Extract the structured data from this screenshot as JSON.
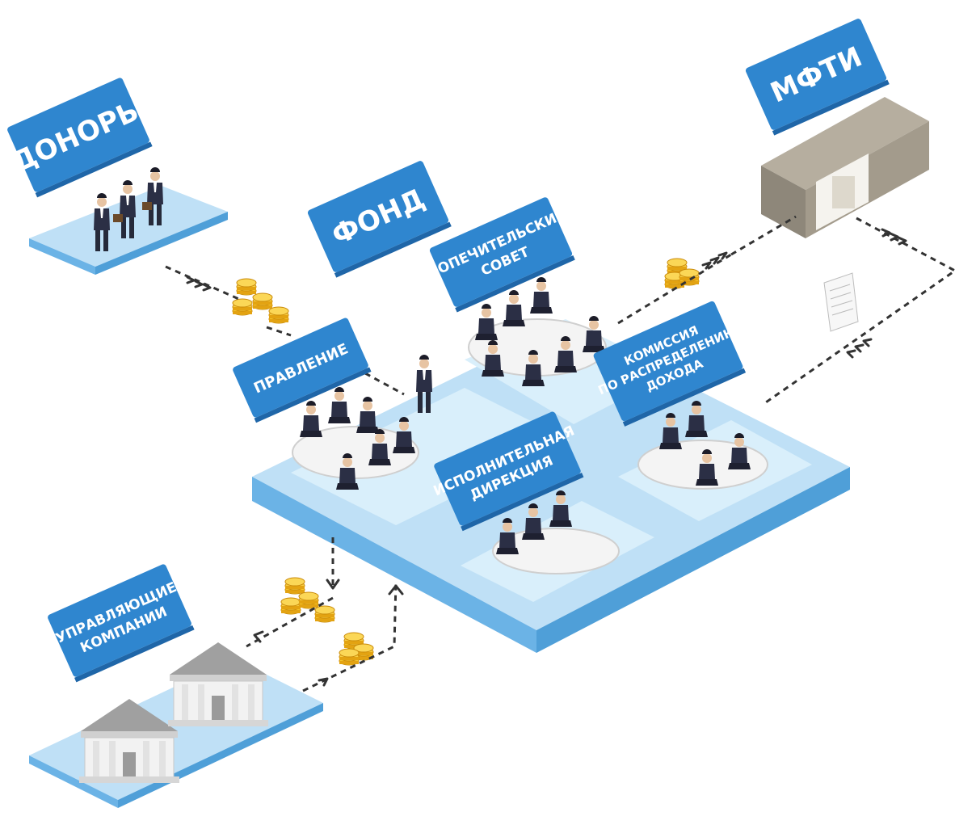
{
  "labels": {
    "donors": "ДОНОРЫ",
    "fund": "ФОНД",
    "mipt": "МФТИ",
    "board_of_trustees": [
      "ПОПЕЧИТЕЛЬСКИЙ",
      "СОВЕТ"
    ],
    "management_board": "ПРАВЛЕНИЕ",
    "income_commission": [
      "КОМИССИЯ",
      "ПО РАСПРЕДЕЛЕНИЮ",
      "ДОХОДА"
    ],
    "executive_directorate": [
      "ИСПОЛНИТЕЛЬНАЯ",
      "ДИРЕКЦИЯ"
    ],
    "management_companies": [
      "УПРАВЛЯЮЩИЕ",
      "КОМПАНИИ"
    ]
  },
  "colors": {
    "label_blue": "#2f86cf",
    "label_blue_dark": "#1f66a8",
    "platform_top": "#bfe0f6",
    "platform_side": "#6bb3e6",
    "platform_inner": "#d9effb",
    "coin": "#f2b416",
    "building": "#a39b8c",
    "arrow": "#333333"
  }
}
